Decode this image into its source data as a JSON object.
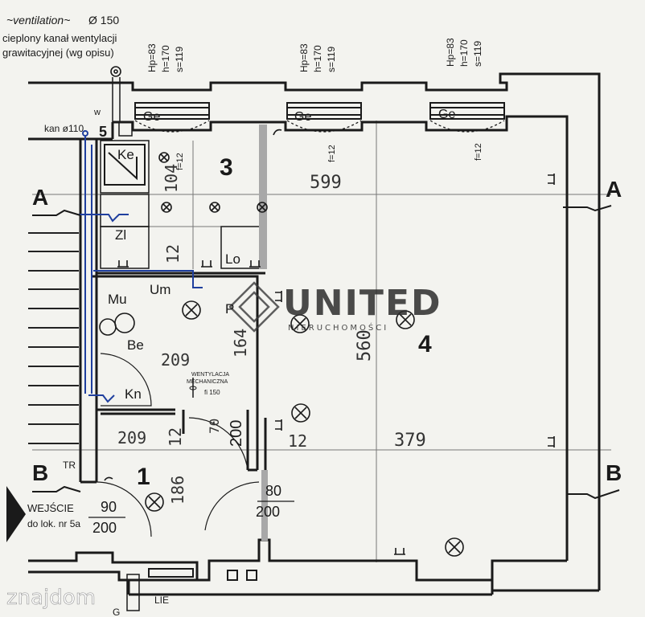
{
  "notes": {
    "top_line1": "cieplony kanał wentylacji",
    "top_line2": "grawitacyjnej (wg opisu)",
    "diameter": "Ø 150",
    "kan": "kan ø110",
    "w": "w"
  },
  "windows": [
    {
      "s": "s=119",
      "h": "h=170",
      "hp": "Hp=83",
      "label": "Ge",
      "f": "f=12"
    },
    {
      "s": "s=119",
      "h": "h=170",
      "hp": "Hp=83",
      "label": "Ge",
      "f": "f=12"
    },
    {
      "s": "s=119",
      "h": "h=170",
      "hp": "Hp=83",
      "label": "Ge",
      "f": "f=12"
    }
  ],
  "rooms": {
    "r1": "1",
    "r3": "3",
    "r4": "4",
    "r5": "5"
  },
  "fixtures": {
    "ke": "Ke",
    "zl": "Zl",
    "lo": "Lo",
    "mu": "Mu",
    "um": "Um",
    "be": "Be",
    "kn": "Kn",
    "p": "P"
  },
  "dimensions": {
    "d599": "599",
    "d104": "104",
    "d12a": "12",
    "d209a": "209",
    "d164": "164",
    "d209b": "209",
    "d12b": "12",
    "d70": "70",
    "d200a": "200",
    "d12c": "12",
    "d379": "379",
    "d560": "560",
    "d186": "186",
    "d80": "80",
    "d200b": "200",
    "d90": "90",
    "d200c": "200"
  },
  "ventilation": {
    "line1": "WENTYLACJA",
    "line2": "MECHANICZNA",
    "fi": "fi 150"
  },
  "sections": {
    "a_left": "A",
    "a_right": "A",
    "b_left": "B",
    "b_right": "B"
  },
  "entrance": {
    "label": "WEJŚCIE",
    "sub": "do lok. nr 5a",
    "tr": "TR"
  },
  "bottom": {
    "lie": "LIE",
    "g": "G"
  },
  "watermark": {
    "brand": "UNITED",
    "sub": "NIERUCHOMOŚCI",
    "site": "znajdom"
  },
  "colors": {
    "line": "#1a1a1a",
    "pipe": "#1f3f9e",
    "grey_wall": "#9a9a9a",
    "paper": "#f3f3ef"
  }
}
